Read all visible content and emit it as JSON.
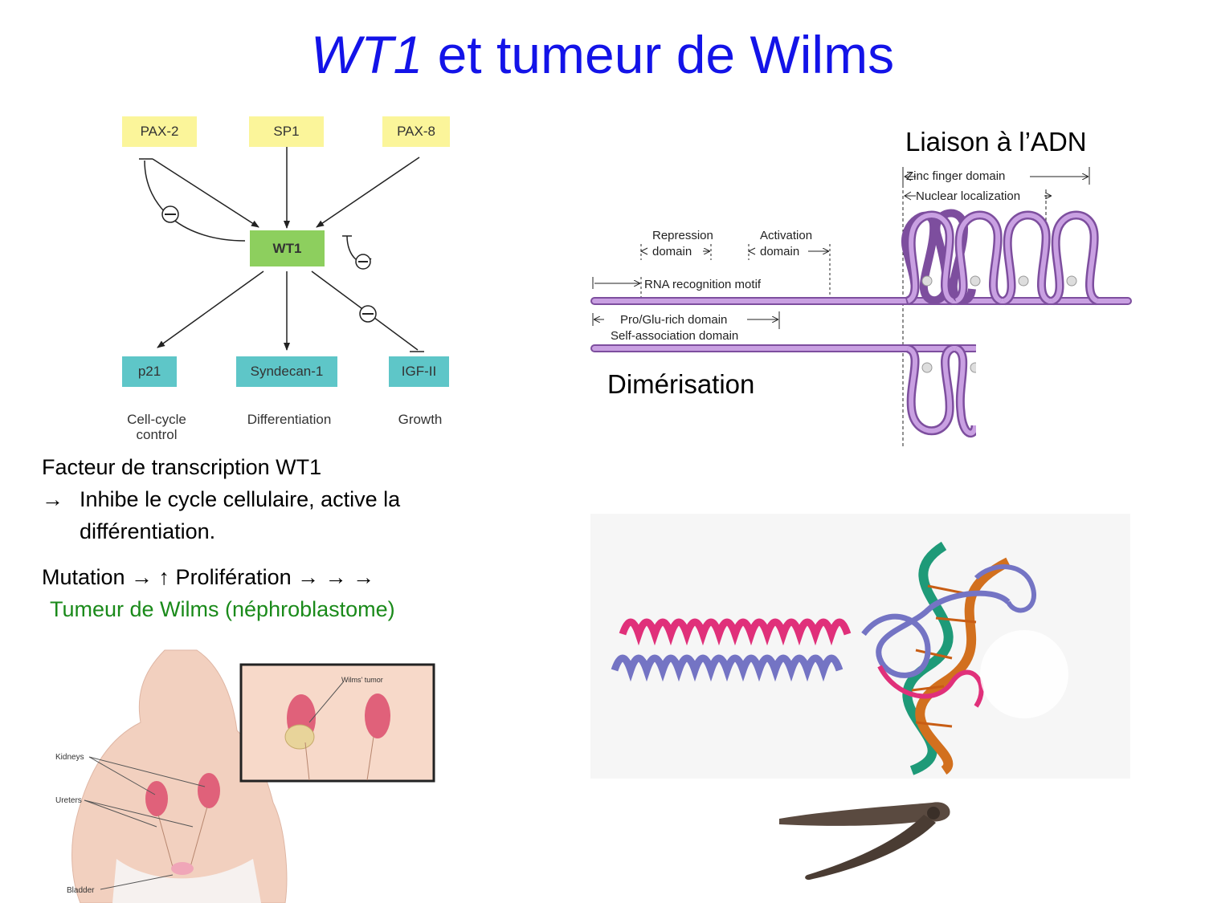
{
  "title": {
    "gene": "WT1",
    "rest": " et tumeur de Wilms"
  },
  "network": {
    "regulators": [
      "PAX-2",
      "SP1",
      "PAX-8"
    ],
    "center": "WT1",
    "targets": [
      "p21",
      "Syndecan-1",
      "IGF-II"
    ],
    "functions": [
      "Cell-cycle control",
      "Differentiation",
      "Growth"
    ],
    "inhibit_symbol": "⊖"
  },
  "left_text": {
    "line1": "Facteur de transcription WT1",
    "arrow": "→",
    "line2": "Inhibe le cycle cellulaire, active la",
    "line3": "différentiation.",
    "mutation_line": "Mutation → ↑ Prolifération → → →",
    "tumor_line": "Tumeur de Wilms (néphroblastome)"
  },
  "domains": {
    "dna_binding": "Liaison à l’ADN",
    "zinc_finger": "Zinc finger domain",
    "nuclear_localization": "Nuclear localization",
    "repression_1": "Repression",
    "repression_2": "domain",
    "activation_1": "Activation",
    "activation_2": "domain",
    "rna_motif": "RNA recognition motif",
    "pro_glu": "Pro/Glu-rich domain",
    "self_assoc": "Self-association domain",
    "dimerisation": "Dimérisation"
  },
  "anatomy": {
    "kidneys": "Kidneys",
    "ureters": "Ureters",
    "bladder": "Bladder",
    "tumor": "Wilms' tumor"
  },
  "colors": {
    "title_blue": "#1313e8",
    "tumor_green": "#1a8a1a",
    "protein_purple": "#b98ed6",
    "helix_pink": "#e0307a",
    "helix_blue": "#7474c4",
    "dna_orange": "#d2701e",
    "dna_teal": "#1e9a78"
  }
}
